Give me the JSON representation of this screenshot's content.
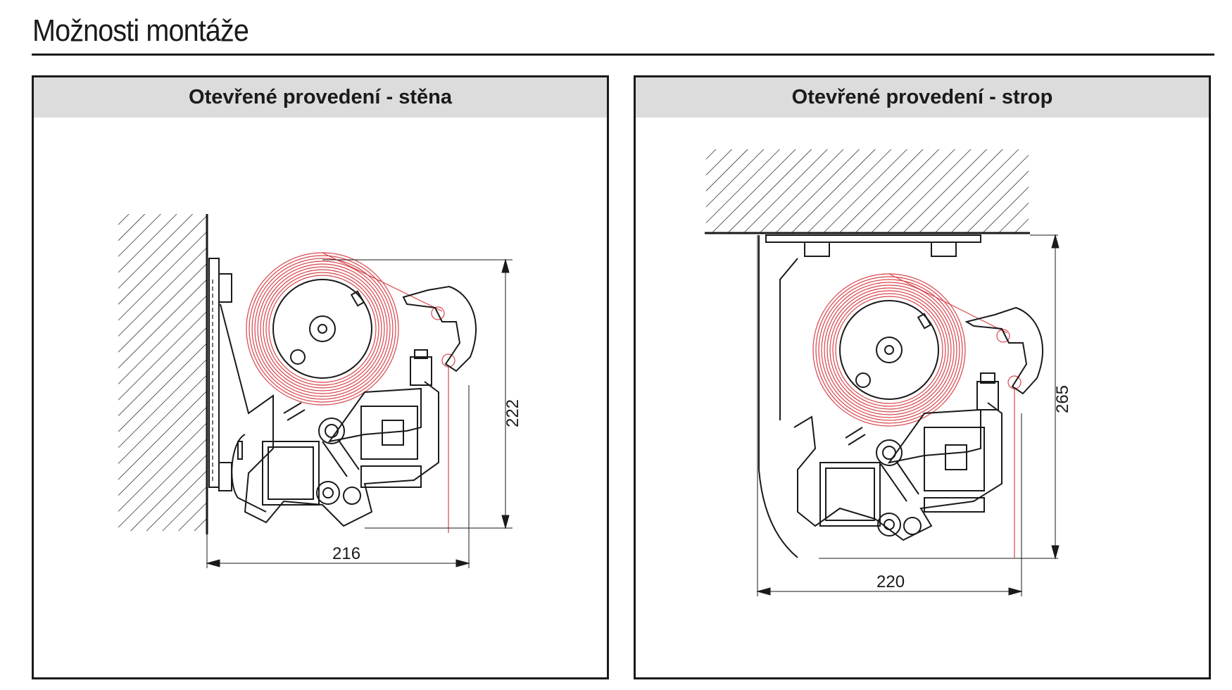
{
  "page": {
    "title": "Možnosti montáže"
  },
  "panels": [
    {
      "heading": "Otevřené provedení - stěna",
      "width_label": "216",
      "height_label": "222"
    },
    {
      "heading": "Otevřené provedení - strop",
      "width_label": "220",
      "height_label": "265"
    }
  ],
  "colors": {
    "line": "#1a1a1a",
    "fabric": "#d9434b",
    "header_bg": "#dcdcdc"
  }
}
